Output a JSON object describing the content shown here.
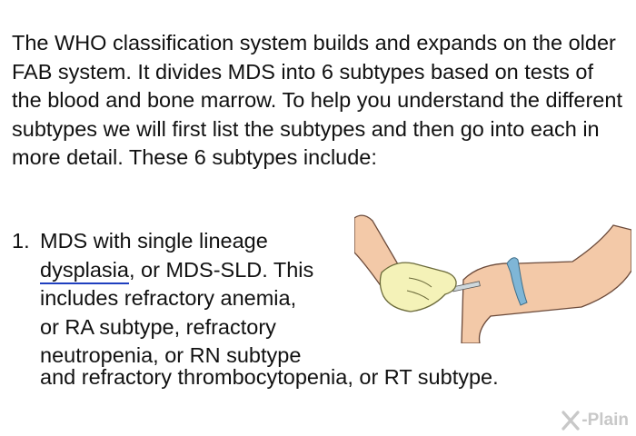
{
  "intro": {
    "text": "The WHO classification system builds and expands on the older FAB system. It divides MDS into 6 subtypes based on tests of the blood and bone marrow. To help you understand the different subtypes we will first list the subtypes and then go into each in more detail. These 6 subtypes include:"
  },
  "list": {
    "number": "1.",
    "line1": "MDS with single lineage",
    "link_text": "dysplasia",
    "line2_rest": ", or MDS-SLD. This",
    "line3": "includes refractory anemia,",
    "line4": "or RA subtype, refractory",
    "line5": "neutropenia, or RN subtype",
    "line6": "and refractory thrombocytopenia, or RT subtype."
  },
  "colors": {
    "link_underline": "#1f3fbf",
    "skin": "#f3c9a8",
    "glove": "#f4f2b8",
    "tourniquet": "#7fb6d6",
    "logo": "#c8c8c8"
  },
  "logo": {
    "text": "-Plain"
  },
  "illustration": {
    "icon": "blood-draw-illustration"
  }
}
